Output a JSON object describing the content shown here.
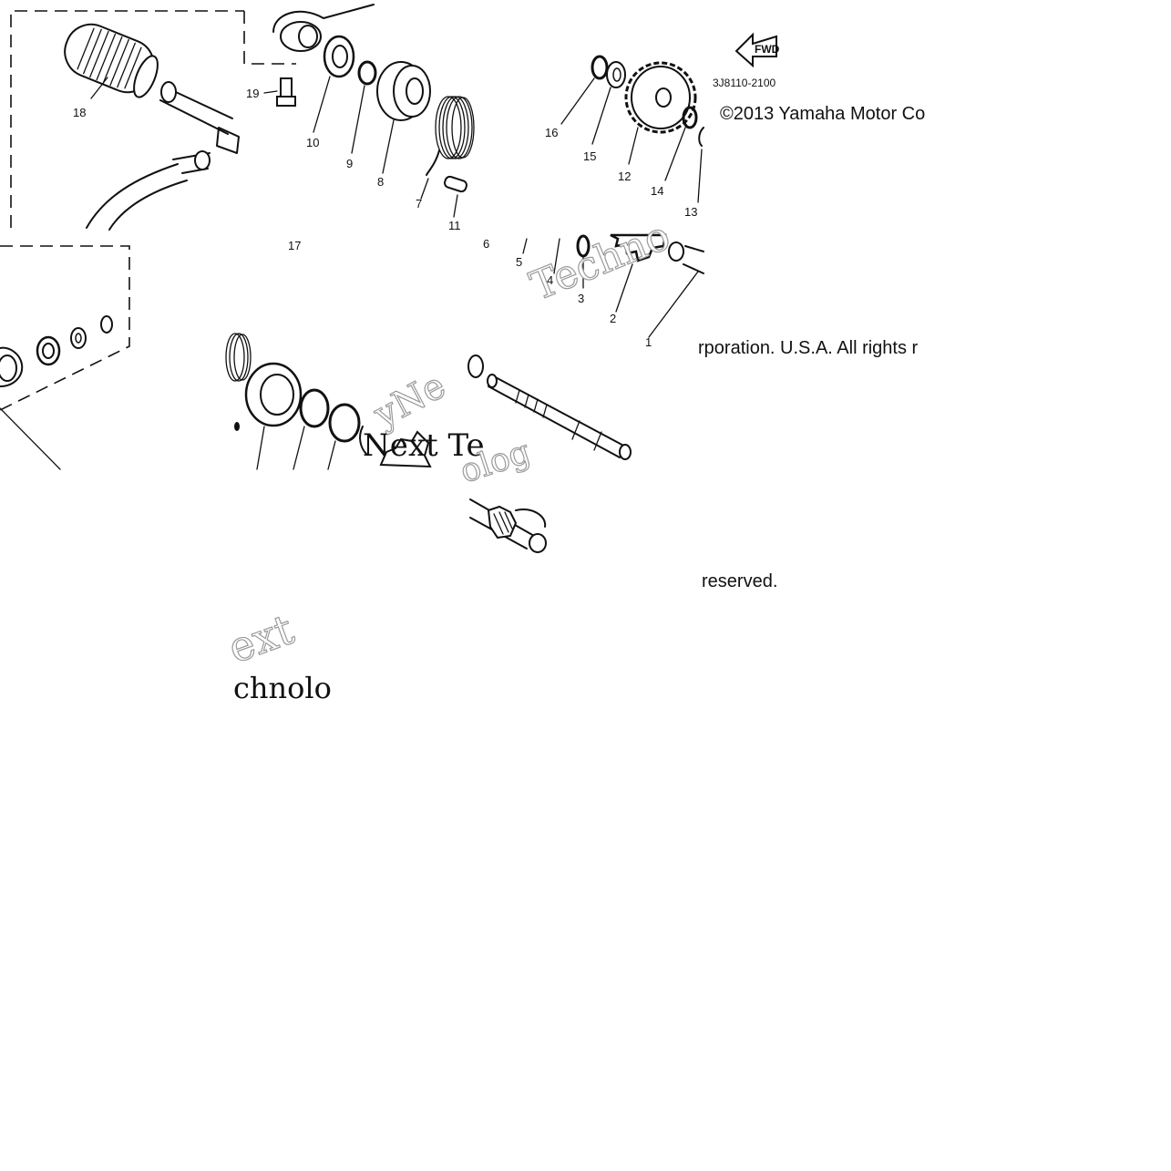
{
  "diagram": {
    "part_code": "3J8110-2100",
    "fwd_label": "FWD",
    "copyright_line1": "©2013 Yamaha Motor Co",
    "copyright_line2": "rporation. U.S.A. All rights r",
    "copyright_line3": "reserved.",
    "watermark_fragments": [
      "Techno",
      "Next Te",
      "yNe",
      "olog",
      "ext",
      "chnolo"
    ],
    "callouts": [
      {
        "id": "c1",
        "label": "1"
      },
      {
        "id": "c2",
        "label": "2"
      },
      {
        "id": "c3",
        "label": "3"
      },
      {
        "id": "c4",
        "label": "4"
      },
      {
        "id": "c5",
        "label": "5"
      },
      {
        "id": "c6",
        "label": "6"
      },
      {
        "id": "c7",
        "label": "7"
      },
      {
        "id": "c8",
        "label": "8"
      },
      {
        "id": "c9",
        "label": "9"
      },
      {
        "id": "c10",
        "label": "10"
      },
      {
        "id": "c11",
        "label": "11"
      },
      {
        "id": "c12",
        "label": "12"
      },
      {
        "id": "c13",
        "label": "13"
      },
      {
        "id": "c14",
        "label": "14"
      },
      {
        "id": "c15",
        "label": "15"
      },
      {
        "id": "c16",
        "label": "16"
      },
      {
        "id": "c17",
        "label": "17"
      },
      {
        "id": "c18",
        "label": "18"
      },
      {
        "id": "c19",
        "label": "19"
      }
    ]
  }
}
